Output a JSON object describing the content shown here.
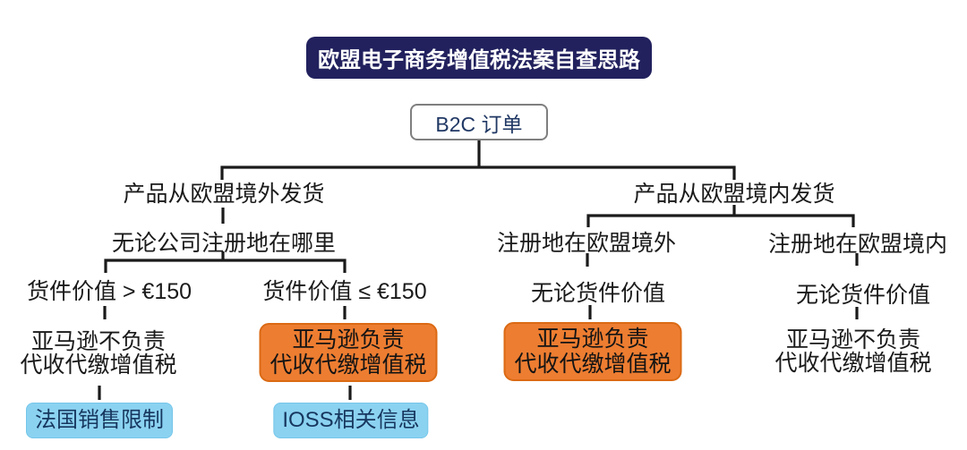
{
  "title": "欧盟电子商务增值税法案自查思路",
  "root_label": "B2C 订单",
  "left_branch": {
    "label": "产品从欧盟境外发货",
    "condition": "无论公司注册地在哪里",
    "case_high": {
      "value_label": "货件价值 > €150",
      "result_line1": "亚马逊不负责",
      "result_line2": "代收代缴增值税",
      "note": "法国销售限制"
    },
    "case_low": {
      "value_label": "货件价值 ≤ €150",
      "result_line1": "亚马逊负责",
      "result_line2": "代收代缴增值税",
      "note": "IOSS相关信息"
    }
  },
  "right_branch": {
    "label": "产品从欧盟境内发货",
    "case_outside": {
      "registration_label": "注册地在欧盟境外",
      "value_label": "无论货件价值",
      "result_line1": "亚马逊负责",
      "result_line2": "代收代缴增值税"
    },
    "case_inside": {
      "registration_label": "注册地在欧盟境内",
      "value_label": "无论货件价值",
      "result_line1": "亚马逊不负责",
      "result_line2": "代收代缴增值税"
    }
  },
  "colors": {
    "title_bg": "#22215E",
    "title_text": "#FFFFFF",
    "highlight_orange": "#ED7D31",
    "highlight_orange_border": "#DB6A14",
    "note_blue": "#8BD2F1",
    "note_text": "#17375E",
    "root_text": "#203864",
    "root_border": "#7F7F7F",
    "line": "#1A1A1A"
  }
}
